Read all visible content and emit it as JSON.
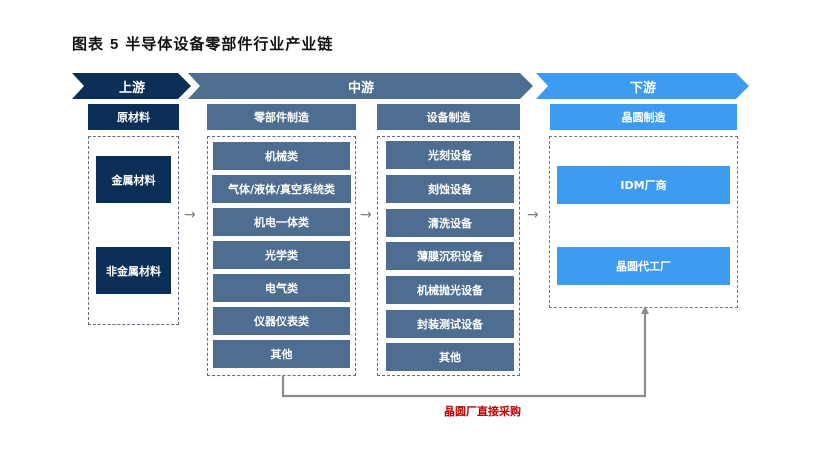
{
  "title": {
    "prefix": "图表",
    "number": "5",
    "text": "半导体设备零部件行业产业链"
  },
  "stages": [
    {
      "label": "上游",
      "color": "#0c2f57"
    },
    {
      "label": "中游",
      "color": "#4e6e91"
    },
    {
      "label": "下游",
      "color": "#3d9cf0"
    }
  ],
  "upstream": {
    "header": "原材料",
    "items": [
      "金属材料",
      "非金属材料"
    ]
  },
  "midstream_parts": {
    "header": "零部件制造",
    "items": [
      "机械类",
      "气体/液体/真空系统类",
      "机电一体类",
      "光学类",
      "电气类",
      "仪器仪表类",
      "其他"
    ]
  },
  "midstream_equipment": {
    "header": "设备制造",
    "items": [
      "光刻设备",
      "刻蚀设备",
      "清洗设备",
      "薄膜沉积设备",
      "机械抛光设备",
      "封装测试设备",
      "其他"
    ]
  },
  "downstream": {
    "header": "晶圆制造",
    "items": [
      "IDM厂商",
      "晶圆代工厂"
    ]
  },
  "flow_arrows": {
    "glyph": "→"
  },
  "direct_purchase_label": "晶圆厂直接采购"
}
